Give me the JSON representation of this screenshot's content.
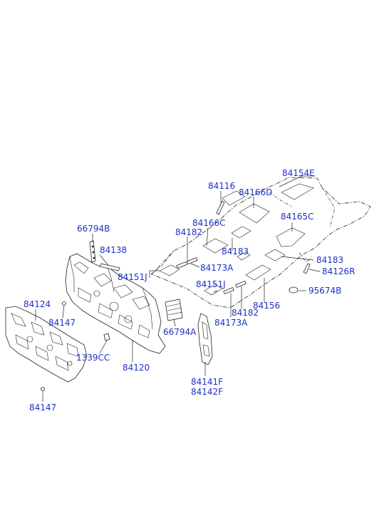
{
  "labels": {
    "p84154E": "84154E",
    "p84116": "84116",
    "p84166D": "84166D",
    "p84165C": "84165C",
    "p84166C": "84166C",
    "p84182a": "84182",
    "p84183a": "84183",
    "p84183b": "84183",
    "p84173Aa": "84173A",
    "p84151Ja": "84151J",
    "p84126R": "84126R",
    "p95674B": "95674B",
    "p84151Jb": "84151J",
    "p84156": "84156",
    "p84182b": "84182",
    "p84173Ab": "84173A",
    "p66794B": "66794B",
    "p84138": "84138",
    "p84124": "84124",
    "p84147a": "84147",
    "p66794A": "66794A",
    "p1339CC": "1339CC",
    "p84120": "84120",
    "p84141F": "84141F",
    "p84142F": "84142F",
    "p84147b": "84147"
  },
  "colors": {
    "label_blue": "#1e30c8",
    "line": "#222222",
    "background": "#ffffff"
  }
}
